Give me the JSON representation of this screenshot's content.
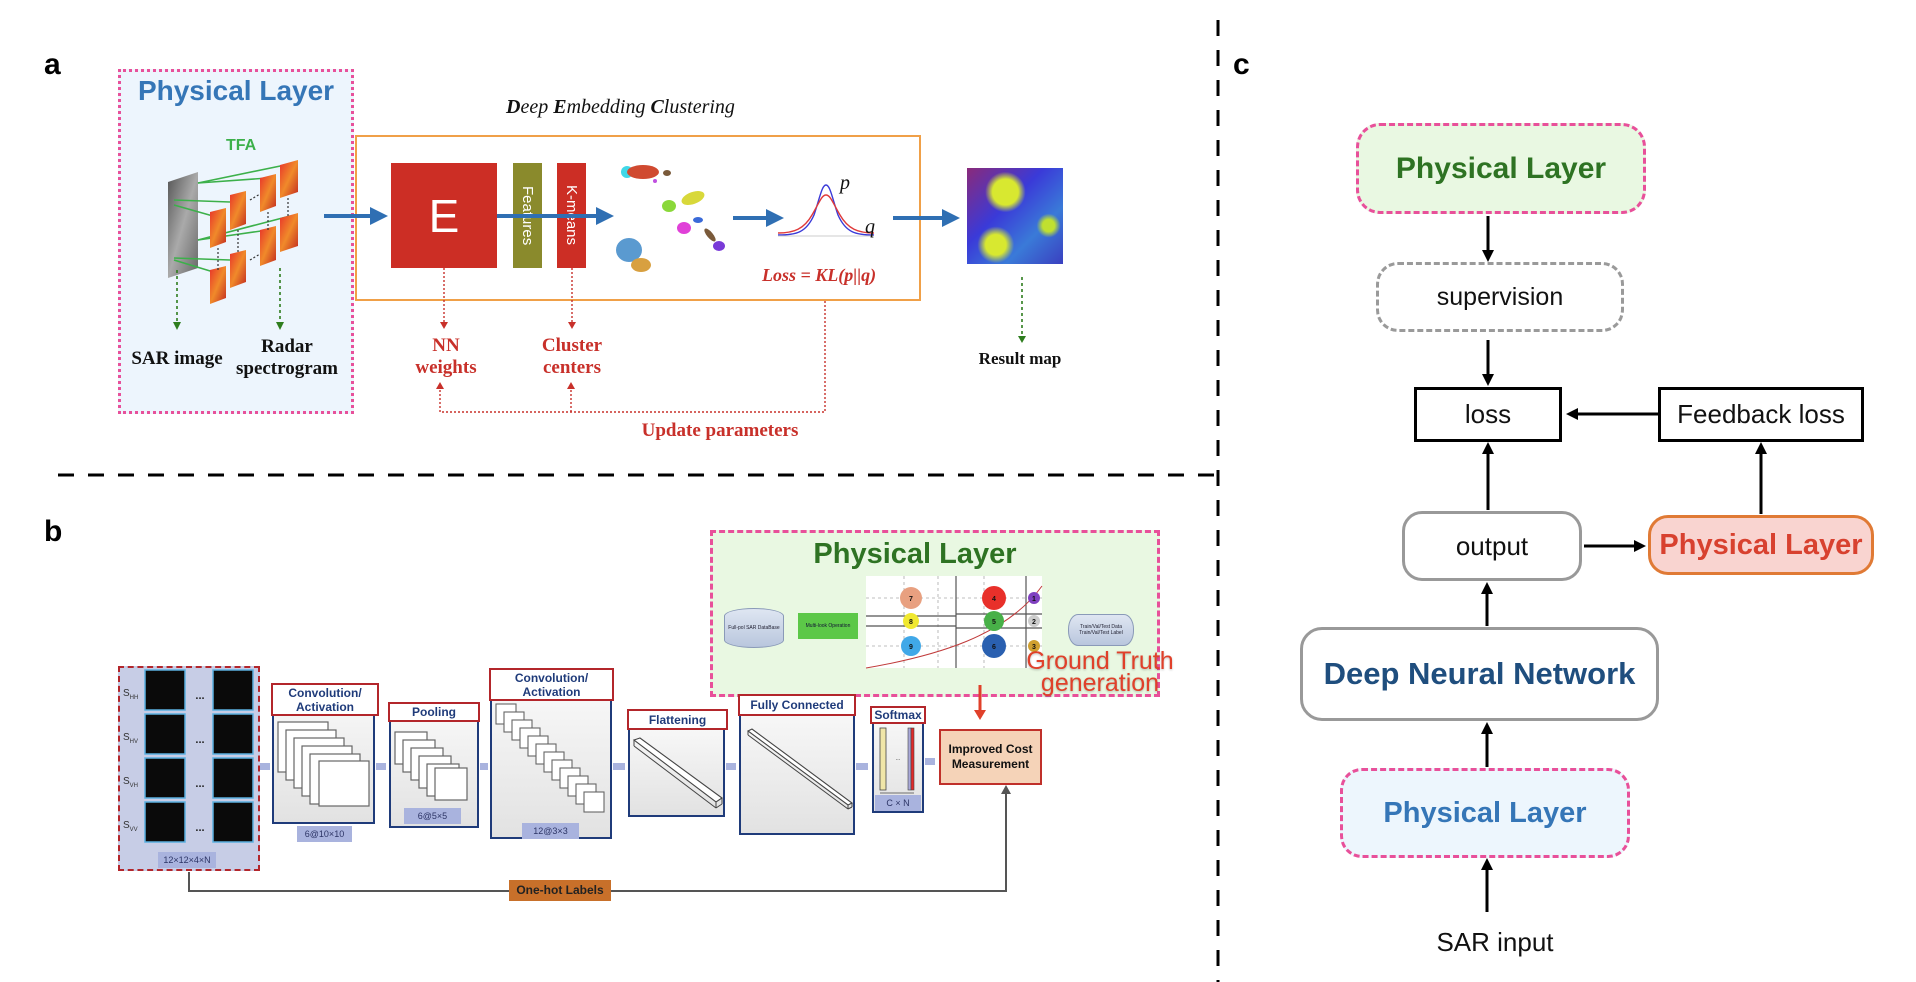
{
  "panels": {
    "a": {
      "label": "a",
      "physical_layer_title": "Physical Layer",
      "tfa_label": "TFA",
      "dec_title_parts": [
        {
          "b": "D",
          "r": "eep "
        },
        {
          "b": "E",
          "r": "mbedding "
        },
        {
          "b": "C",
          "r": "lustering"
        }
      ],
      "encoder_label": "E",
      "features_label": "Features",
      "kmeans_label": "K-means",
      "p_label": "p",
      "q_label": "q",
      "loss_formula": "Loss = KL(p||q)",
      "sar_image_label": "SAR image",
      "radar_label_line1": "Radar",
      "radar_label_line2": "spectrogram",
      "nn_weights_line1": "NN",
      "nn_weights_line2": "weights",
      "cluster_centers_line1": "Cluster",
      "cluster_centers_line2": "centers",
      "update_parameters": "Update parameters",
      "result_map_label": "Result map"
    },
    "b": {
      "label": "b",
      "physical_layer_title": "Physical Layer",
      "ground_truth_line1": "Ground Truth",
      "ground_truth_line2": "generation",
      "input_rows": [
        "S_HH",
        "S_HV",
        "S_VH",
        "S_VV"
      ],
      "input_row_sub": [
        "HH",
        "HV",
        "VH",
        "VV"
      ],
      "ellipsis": "...",
      "input_dim": "12×12×4×N",
      "blocks": [
        {
          "title": "Convolution/ Activation",
          "dim": "6@10×10"
        },
        {
          "title": "Pooling",
          "dim": "6@5×5"
        },
        {
          "title": "Convolution/ Activation",
          "dim": "12@3×3"
        },
        {
          "title": "Flattening",
          "dim": ""
        },
        {
          "title": "Fully Connected",
          "dim": ""
        },
        {
          "title": "Softmax",
          "dim": "C × N"
        }
      ],
      "cost_label_line1": "Improved Cost",
      "cost_label_line2": "Measurement",
      "one_hot_label": "One-hot Labels",
      "gt_pipeline": {
        "database": "Full-pol SAR DataBase",
        "multilook": "Multi-look Operation",
        "output_line1": "Train/Val/Test Data",
        "output_line2": "Train/Val/Test Label",
        "classes": [
          "1",
          "2",
          "3",
          "4",
          "5",
          "6",
          "7",
          "8",
          "9"
        ]
      }
    },
    "c": {
      "label": "c",
      "physical_layer_top": "Physical Layer",
      "supervision": "supervision",
      "loss": "loss",
      "feedback_loss": "Feedback loss",
      "output": "output",
      "physical_layer_right": "Physical Layer",
      "dnn": "Deep Neural Network",
      "physical_layer_bottom": "Physical Layer",
      "sar_input": "SAR input"
    }
  },
  "colors": {
    "physical_blue": "#3576b7",
    "physical_green": "#2e7323",
    "physical_red": "#d8412f",
    "pink_dash": "#e8509a",
    "arrow_blue": "#2f6fb3",
    "dec_red": "#c8302a",
    "features_olive": "#8a8a2c",
    "dec_orange": "#f0a048",
    "dnn_navy": "#1f4e7e"
  }
}
